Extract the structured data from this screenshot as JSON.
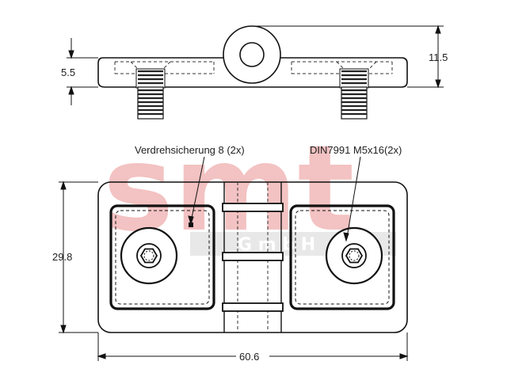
{
  "watermark": {
    "logo_text": "smt",
    "sub_text": "G m b H",
    "color": "#f2b8b8"
  },
  "dimensions": {
    "overall_height": "11.5",
    "plate_thickness": "5.5",
    "plate_width": "29.8",
    "plate_length": "60.6"
  },
  "callouts": {
    "anti_rotation": "Verdrehsicherung 8 (2x)",
    "screw": "DIN7991 M5x16(2x)"
  },
  "colors": {
    "line": "#111111",
    "hidden": "#333333",
    "thread": "#222222"
  }
}
